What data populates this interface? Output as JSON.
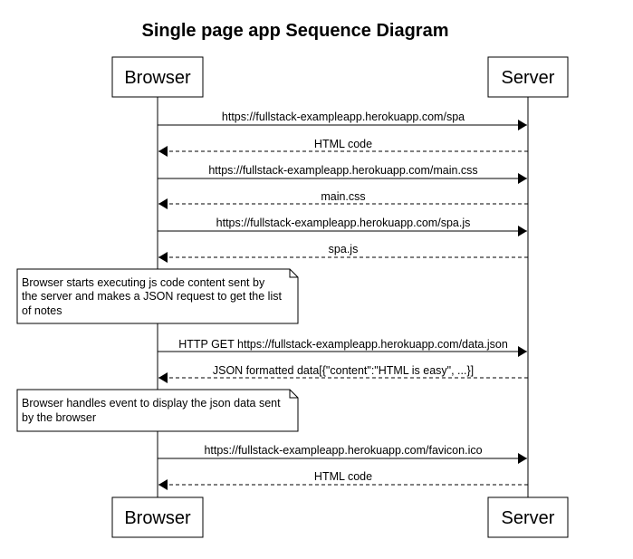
{
  "title": "Single page app Sequence Diagram",
  "participants": {
    "browser": "Browser",
    "server": "Server"
  },
  "messages": [
    {
      "label": "https://fullstack-exampleapp.herokuapp.com/spa",
      "from": "browser",
      "to": "server",
      "style": "solid"
    },
    {
      "label": "HTML code",
      "from": "server",
      "to": "browser",
      "style": "dashed"
    },
    {
      "label": "https://fullstack-exampleapp.herokuapp.com/main.css",
      "from": "browser",
      "to": "server",
      "style": "solid"
    },
    {
      "label": "main.css",
      "from": "server",
      "to": "browser",
      "style": "dashed"
    },
    {
      "label": "https://fullstack-exampleapp.herokuapp.com/spa.js",
      "from": "browser",
      "to": "server",
      "style": "solid"
    },
    {
      "label": "spa.js",
      "from": "server",
      "to": "browser",
      "style": "dashed"
    },
    {
      "label": "HTTP GET https://fullstack-exampleapp.herokuapp.com/data.json",
      "from": "browser",
      "to": "server",
      "style": "solid"
    },
    {
      "label": "JSON formatted data[{\"content\":\"HTML is easy\", ...}]",
      "from": "server",
      "to": "browser",
      "style": "dashed"
    },
    {
      "label": "https://fullstack-exampleapp.herokuapp.com/favicon.ico",
      "from": "browser",
      "to": "server",
      "style": "solid"
    },
    {
      "label": "HTML code",
      "from": "server",
      "to": "browser",
      "style": "dashed"
    }
  ],
  "notes": [
    {
      "lines": [
        "Browser starts executing js code content sent by",
        "the server and makes a JSON request to get the list",
        "of notes"
      ]
    },
    {
      "lines": [
        "Browser handles event to display the json data sent",
        "by the browser"
      ]
    }
  ]
}
